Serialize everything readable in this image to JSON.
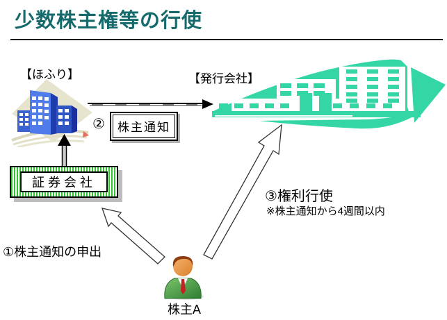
{
  "title": "少数株主権等の行使",
  "labels": {
    "hofuri": "【ほふり】",
    "issuer": "【発行会社】",
    "securities": "証券会社",
    "shareholder": "株主A"
  },
  "steps": {
    "step1": "①株主通知の申出",
    "step2_number": "②",
    "step2_label": "株主通知",
    "step3": "③権利行使",
    "step3_note": "※株主通知から4週間以内"
  },
  "colors": {
    "title_teal": "#176a6c",
    "issuer_building_teal": "#33d6a4",
    "securities_stripe_green": "#2fc52f",
    "hofuri_building_blue": "#4f7ce8",
    "clipart_beige": "#e7e4ce",
    "person_jacket_green": "#4ca04c",
    "person_tie_red": "#c32222",
    "shadow_gray": "#b0b0b0"
  }
}
